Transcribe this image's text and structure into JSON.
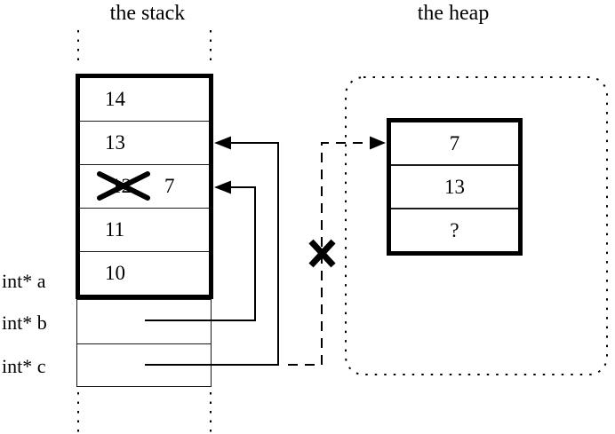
{
  "titles": {
    "stack": "the stack",
    "heap": "the heap"
  },
  "stack": {
    "rows": [
      {
        "value": "14"
      },
      {
        "value": "13"
      },
      {
        "value": "12",
        "crossed_out": true,
        "new_value": "7"
      },
      {
        "value": "11"
      },
      {
        "value": "10"
      }
    ],
    "pointer_labels": [
      {
        "name": "a",
        "label": "int* a"
      },
      {
        "name": "b",
        "label": "int* b"
      },
      {
        "name": "c",
        "label": "int* c"
      }
    ]
  },
  "heap": {
    "rows": [
      {
        "value": "7"
      },
      {
        "value": "13"
      },
      {
        "value": "?"
      }
    ]
  },
  "marks": {
    "crossed_out_value_icon": "x-mark",
    "invalid_pointer_icon": "x-mark"
  },
  "colors": {
    "ink": "#000000",
    "background": "#ffffff"
  }
}
